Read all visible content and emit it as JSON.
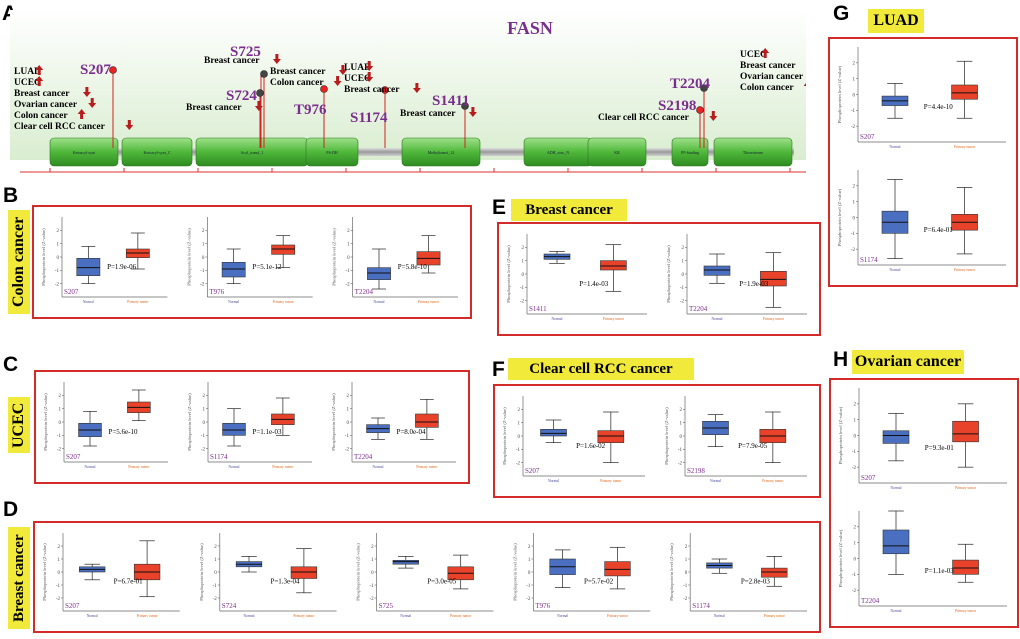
{
  "panel_a": {
    "label": "A",
    "title": "FASN",
    "domains": [
      "Ketoacyl-synt",
      "Ketoacyl-synt_C",
      "Acyl_transf_1",
      "PS-DH",
      "Methyltransf_12",
      "ADH_zinc_N",
      "KR",
      "PP-binding",
      "Thioesterase"
    ],
    "sites": [
      {
        "name": "S207",
        "annotations": [
          {
            "text": "LUAD",
            "dir": "up"
          },
          {
            "text": "UCEC",
            "dir": "up"
          },
          {
            "text": "Breast cancer",
            "dir": "down"
          },
          {
            "text": "Ovarian cancer",
            "dir": "down"
          },
          {
            "text": "Colon cancer",
            "dir": "up"
          },
          {
            "text": "Clear cell RCC cancer",
            "dir": "down"
          }
        ]
      },
      {
        "name": "S725",
        "annotations": [
          {
            "text": "Breast cancer",
            "dir": "down"
          }
        ]
      },
      {
        "name": "S724",
        "annotations": [
          {
            "text": "Breast cancer",
            "dir": "down"
          }
        ]
      },
      {
        "name": "T976",
        "annotations": [
          {
            "text": "Breast cancer",
            "dir": "down"
          },
          {
            "text": "Colon cancer",
            "dir": "down"
          }
        ]
      },
      {
        "name": "S1174",
        "annotations": [
          {
            "text": "LUAD",
            "dir": "down"
          },
          {
            "text": "UCEC",
            "dir": "down"
          },
          {
            "text": "Breast cancer",
            "dir": "down"
          }
        ]
      },
      {
        "name": "S1411",
        "annotations": [
          {
            "text": "Breast cancer",
            "dir": "down"
          }
        ]
      },
      {
        "name": "T2204",
        "annotations": [
          {
            "text": "UCEC",
            "dir": "up"
          },
          {
            "text": "Breast cancer",
            "dir": "down"
          },
          {
            "text": "Ovarian cancer",
            "dir": "down"
          },
          {
            "text": "Colon cancer",
            "dir": "up"
          }
        ]
      },
      {
        "name": "S2198",
        "annotations": [
          {
            "text": "Clear cell RCC cancer",
            "dir": "down"
          }
        ]
      }
    ]
  },
  "colors": {
    "normal": "#4a6fc0",
    "tumor": "#e8432a",
    "border": "#d32a2a",
    "badge": "#f2ea3a",
    "site": "#7b2d8e",
    "arrow": "#b81c1c"
  },
  "y_axis_label": "Phosphoprotein level (Z-value)",
  "group_normal": "Normal",
  "group_tumor": "Primary tumor",
  "panels": [
    {
      "label": "B",
      "title": "Colon cancer",
      "plots": [
        {
          "site": "S207",
          "p": "P=1.9e-06",
          "normal": [
            -2.0,
            -1.4,
            -0.8,
            -0.1,
            0.8
          ],
          "tumor": [
            -0.9,
            -0.05,
            0.3,
            0.6,
            1.8
          ]
        },
        {
          "site": "T976",
          "p": "P=5.1e-12",
          "normal": [
            -2.0,
            -1.5,
            -0.9,
            -0.4,
            0.6
          ],
          "tumor": [
            -0.8,
            0.2,
            0.6,
            0.9,
            1.6
          ]
        },
        {
          "site": "T2204",
          "p": "P=5.8e-10",
          "normal": [
            -2.4,
            -1.7,
            -1.2,
            -0.8,
            0.6
          ],
          "tumor": [
            -1.2,
            -0.6,
            -0.1,
            0.4,
            1.6
          ]
        }
      ]
    },
    {
      "label": "C",
      "title": "UCEC",
      "plots": [
        {
          "site": "S207",
          "p": "P=5.6e-10",
          "normal": [
            -1.8,
            -1.1,
            -0.6,
            -0.1,
            0.8
          ],
          "tumor": [
            0.1,
            0.7,
            1.1,
            1.5,
            2.4
          ]
        },
        {
          "site": "S1174",
          "p": "P=1.1e-03",
          "normal": [
            -1.8,
            -1.0,
            -0.6,
            -0.1,
            1.0
          ],
          "tumor": [
            -1.0,
            -0.2,
            0.2,
            0.6,
            1.8
          ]
        },
        {
          "site": "T2204",
          "p": "P=8.0e-04",
          "normal": [
            -1.3,
            -0.8,
            -0.5,
            -0.2,
            0.3
          ],
          "tumor": [
            -1.3,
            -0.4,
            0.0,
            0.6,
            1.7
          ]
        }
      ]
    },
    {
      "label": "D",
      "title": "Breast cancer",
      "plots": [
        {
          "site": "S207",
          "p": "P=6.7e-01",
          "normal": [
            -0.6,
            0.0,
            0.2,
            0.4,
            0.6
          ],
          "tumor": [
            -1.9,
            -0.6,
            0.0,
            0.6,
            2.4
          ]
        },
        {
          "site": "S724",
          "p": "P=1.3e-04",
          "normal": [
            0.0,
            0.4,
            0.6,
            0.8,
            1.2
          ],
          "tumor": [
            -1.6,
            -0.5,
            0.0,
            0.4,
            1.8
          ]
        },
        {
          "site": "S725",
          "p": "P=3.0e-05",
          "normal": [
            0.3,
            0.6,
            0.8,
            0.9,
            1.2
          ],
          "tumor": [
            -1.3,
            -0.6,
            -0.1,
            0.4,
            1.3
          ]
        },
        {
          "site": "T976",
          "p": "P=5.7e-02",
          "normal": [
            -1.2,
            -0.2,
            0.4,
            1.0,
            1.7
          ],
          "tumor": [
            -1.3,
            -0.3,
            0.2,
            0.8,
            1.9
          ]
        },
        {
          "site": "S1174",
          "p": "P=2.8e-03",
          "normal": [
            -0.1,
            0.3,
            0.5,
            0.7,
            1.0
          ],
          "tumor": [
            -1.1,
            -0.4,
            0.0,
            0.3,
            1.2
          ]
        }
      ]
    },
    {
      "label": "E",
      "title": "Breast cancer",
      "plots": [
        {
          "site": "S1411",
          "p": "P=1.4e-03",
          "normal": [
            0.8,
            1.1,
            1.3,
            1.5,
            1.7
          ],
          "tumor": [
            -1.3,
            0.3,
            0.6,
            1.0,
            2.2
          ]
        },
        {
          "site": "T2204",
          "p": "P=1.9e-03",
          "normal": [
            -0.7,
            -0.1,
            0.3,
            0.6,
            1.5
          ],
          "tumor": [
            -2.5,
            -0.9,
            -0.4,
            0.2,
            1.6
          ]
        }
      ]
    },
    {
      "label": "F",
      "title": "Clear cell RCC cancer",
      "plots": [
        {
          "site": "S207",
          "p": "P=1.6e-02",
          "normal": [
            -0.5,
            0.0,
            0.2,
            0.5,
            1.2
          ],
          "tumor": [
            -2.0,
            -0.5,
            0.0,
            0.4,
            1.8
          ]
        },
        {
          "site": "S2198",
          "p": "P=7.9e-05",
          "normal": [
            -0.8,
            0.1,
            0.6,
            1.1,
            1.6
          ],
          "tumor": [
            -2.0,
            -0.5,
            0.0,
            0.5,
            1.8
          ]
        }
      ]
    },
    {
      "label": "G",
      "title": "LUAD",
      "plots": [
        {
          "site": "S207",
          "p": "P=4.4e-10",
          "normal": [
            -1.5,
            -0.7,
            -0.4,
            -0.1,
            0.7
          ],
          "tumor": [
            -1.5,
            -0.3,
            0.1,
            0.6,
            2.1
          ]
        },
        {
          "site": "S1174",
          "p": "P=6.4e-01",
          "normal": [
            -2.6,
            -1.0,
            -0.3,
            0.4,
            2.4
          ],
          "tumor": [
            -2.3,
            -0.8,
            -0.3,
            0.2,
            1.9
          ]
        }
      ]
    },
    {
      "label": "H",
      "title": "Ovarian cancer",
      "plots": [
        {
          "site": "S207",
          "p": "P=9.3e-01",
          "normal": [
            -1.6,
            -0.5,
            0.0,
            0.3,
            1.4
          ],
          "tumor": [
            -2.0,
            -0.4,
            0.1,
            0.9,
            2.0
          ]
        },
        {
          "site": "T2204",
          "p": "P=1.1e-03",
          "normal": [
            -1.0,
            0.3,
            0.8,
            1.8,
            3.0
          ],
          "tumor": [
            -1.5,
            -1.0,
            -0.6,
            -0.1,
            0.9
          ]
        }
      ]
    }
  ]
}
